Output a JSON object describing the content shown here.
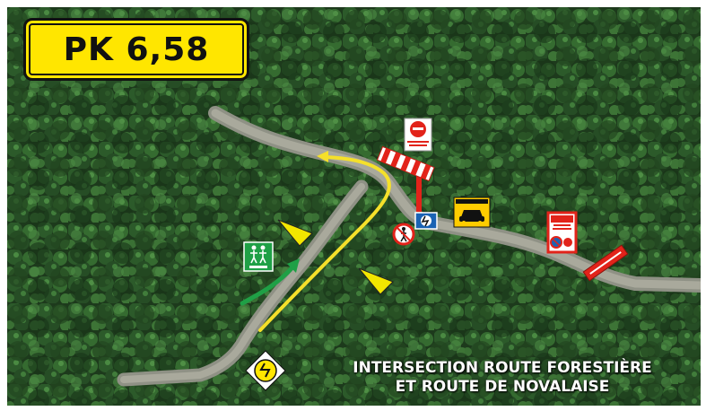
{
  "title_sign": {
    "text": "PK 6,58"
  },
  "caption": {
    "line1": "INTERSECTION ROUTE FORESTIÈRE",
    "line2": "ET ROUTE DE NOVALAISE"
  },
  "colors": {
    "forest": "#1f3d1f",
    "road": "#9a9a8c",
    "route_arrow": "#f5e02a",
    "alt_arrow": "#1fa046",
    "sign_yellow": "#ffe600",
    "barrier_red": "#e2231a"
  },
  "signs": {
    "stop_panel": "stop-sign-icon",
    "no_pedestrians": "no-pedestrians-icon",
    "slippery": "slippery-road-icon",
    "car_panel": "car-icon",
    "parking_panel": "no-parking-icon",
    "pedestrian_path": "pedestrians-icon",
    "diamond": "dangerous-bend-icon"
  }
}
